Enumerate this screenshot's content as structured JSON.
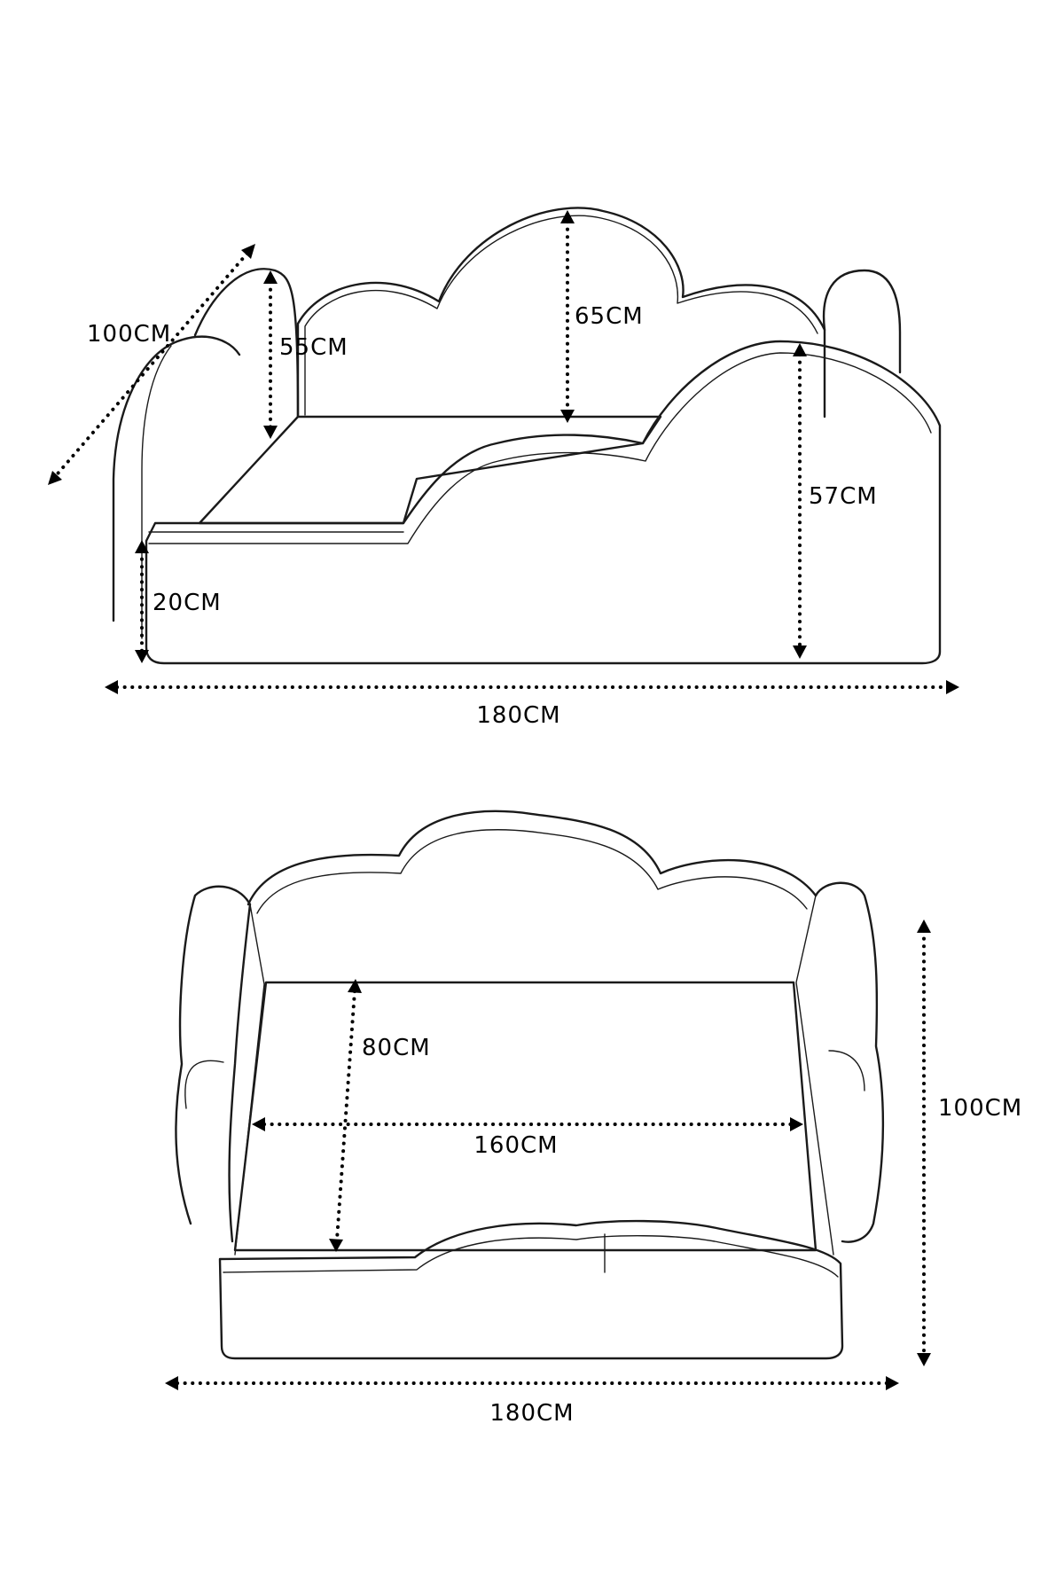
{
  "side_view": {
    "depth_label": "100CM",
    "armrest_height_label": "55CM",
    "back_height_label": "65CM",
    "front_height_label": "57CM",
    "base_height_label": "20CM",
    "width_label": "180CM"
  },
  "top_view": {
    "mattress_depth_label": "80CM",
    "mattress_width_label": "160CM",
    "total_depth_label": "100CM",
    "total_width_label": "180CM"
  }
}
